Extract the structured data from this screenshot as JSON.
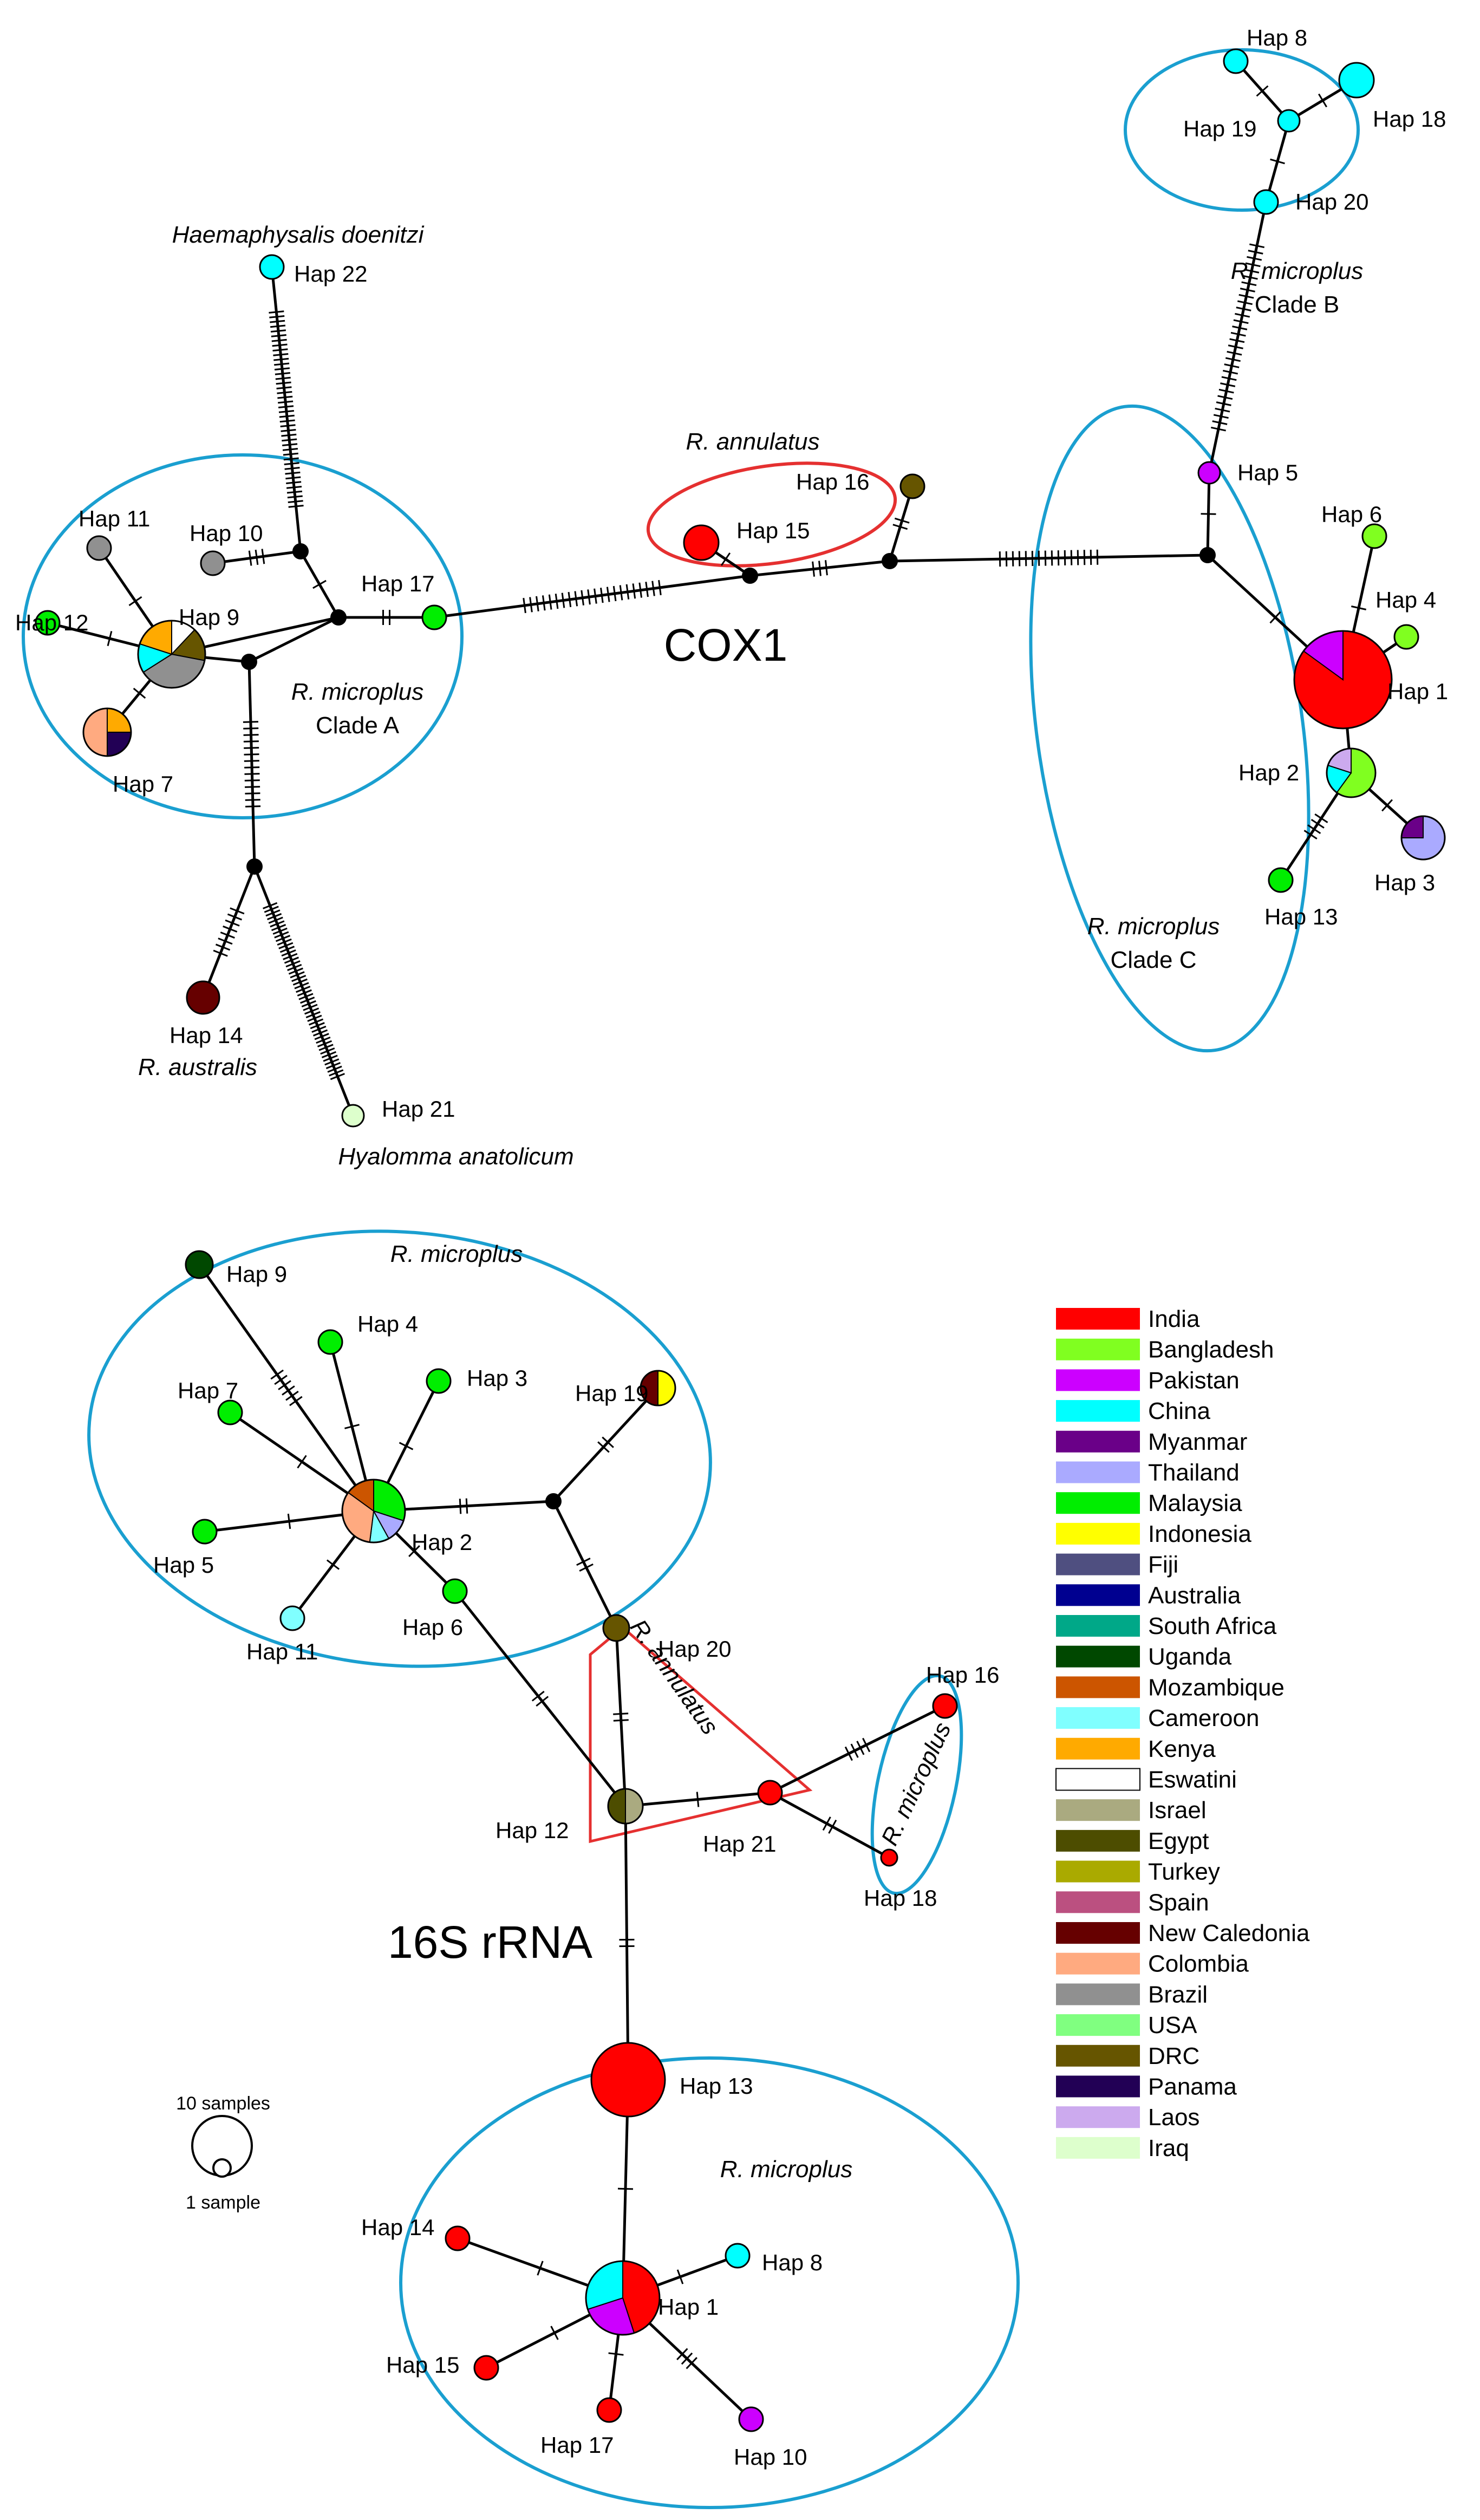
{
  "cox1": {
    "title": "COX1",
    "groups": [
      {
        "id": "clade_b",
        "label": "R. microplus",
        "sub": "Clade B"
      },
      {
        "id": "clade_c",
        "label": "R. microplus",
        "sub": "Clade C"
      },
      {
        "id": "clade_a",
        "label": "R. microplus",
        "sub": "Clade A"
      },
      {
        "id": "annulatus",
        "label": "R. annulatus",
        "sub": ""
      },
      {
        "id": "haem",
        "label": "Haemaphysalis doenitzi",
        "sub": ""
      },
      {
        "id": "aus",
        "label": "R. australis",
        "sub": ""
      },
      {
        "id": "hya",
        "label": "Hyalomma anatolicum",
        "sub": ""
      }
    ],
    "haplotypes": [
      {
        "id": "c1",
        "label": "Hap 1",
        "slices": [
          [
            "India",
            0.85
          ],
          [
            "Pakistan",
            0.15
          ]
        ]
      },
      {
        "id": "c2",
        "label": "Hap 2",
        "slices": [
          [
            "Bangladesh",
            0.6
          ],
          [
            "China",
            0.2
          ],
          [
            "Laos",
            0.2
          ]
        ]
      },
      {
        "id": "c3",
        "label": "Hap 3",
        "slices": [
          [
            "Thailand",
            0.75
          ],
          [
            "Myanmar",
            0.25
          ]
        ]
      },
      {
        "id": "c4",
        "label": "Hap 4",
        "slices": [
          [
            "Bangladesh",
            1
          ]
        ]
      },
      {
        "id": "c5",
        "label": "Hap 5",
        "slices": [
          [
            "Pakistan",
            1
          ]
        ]
      },
      {
        "id": "c6",
        "label": "Hap 6",
        "slices": [
          [
            "Bangladesh",
            1
          ]
        ]
      },
      {
        "id": "c7",
        "label": "Hap 7",
        "slices": [
          [
            "Kenya",
            0.25
          ],
          [
            "Panama",
            0.25
          ],
          [
            "Colombia",
            0.5
          ]
        ]
      },
      {
        "id": "c8",
        "label": "Hap 8",
        "slices": [
          [
            "China",
            1
          ]
        ]
      },
      {
        "id": "c9",
        "label": "Hap 9",
        "slices": [
          [
            "Eswatini",
            0.12
          ],
          [
            "DRC",
            0.16
          ],
          [
            "Brazil",
            0.38
          ],
          [
            "China",
            0.14
          ],
          [
            "Kenya",
            0.2
          ]
        ]
      },
      {
        "id": "c10",
        "label": "Hap 10",
        "slices": [
          [
            "Brazil",
            1
          ]
        ]
      },
      {
        "id": "c11",
        "label": "Hap 11",
        "slices": [
          [
            "Brazil",
            1
          ]
        ]
      },
      {
        "id": "c12",
        "label": "Hap 12",
        "slices": [
          [
            "Malaysia",
            1
          ]
        ]
      },
      {
        "id": "c13",
        "label": "Hap 13",
        "slices": [
          [
            "Malaysia",
            1
          ]
        ]
      },
      {
        "id": "c14",
        "label": "Hap 14",
        "slices": [
          [
            "New Caledonia",
            1
          ]
        ]
      },
      {
        "id": "c15",
        "label": "Hap 15",
        "slices": [
          [
            "India",
            1
          ]
        ]
      },
      {
        "id": "c16",
        "label": "Hap 16",
        "slices": [
          [
            "DRC",
            1
          ]
        ]
      },
      {
        "id": "c17",
        "label": "Hap 17",
        "slices": [
          [
            "Malaysia",
            1
          ]
        ]
      },
      {
        "id": "c18",
        "label": "Hap 18",
        "slices": [
          [
            "China",
            1
          ]
        ]
      },
      {
        "id": "c19",
        "label": "Hap 19",
        "slices": [
          [
            "China",
            1
          ]
        ]
      },
      {
        "id": "c20",
        "label": "Hap 20",
        "slices": [
          [
            "China",
            1
          ]
        ]
      },
      {
        "id": "c21",
        "label": "Hap 21",
        "slices": [
          [
            "Iraq",
            1
          ]
        ]
      },
      {
        "id": "c22",
        "label": "Hap 22",
        "slices": [
          [
            "China",
            1
          ]
        ]
      }
    ]
  },
  "s16": {
    "title": "16S rRNA",
    "groups": [
      {
        "id": "micro_top",
        "label": "R. microplus"
      },
      {
        "id": "micro_bottom",
        "label": "R. microplus"
      },
      {
        "id": "micro_right",
        "label": "R. microplus"
      },
      {
        "id": "annul",
        "label": "R. annulatus"
      }
    ],
    "haplotypes": [
      {
        "id": "s1",
        "label": "Hap 1",
        "slices": [
          [
            "India",
            0.45
          ],
          [
            "Pakistan",
            0.25
          ],
          [
            "China",
            0.3
          ]
        ]
      },
      {
        "id": "s2",
        "label": "Hap 2",
        "slices": [
          [
            "Malaysia",
            0.3
          ],
          [
            "Thailand",
            0.12
          ],
          [
            "Cameroon",
            0.1
          ],
          [
            "Colombia",
            0.33
          ],
          [
            "Mozambique",
            0.15
          ]
        ]
      },
      {
        "id": "s3",
        "label": "Hap 3",
        "slices": [
          [
            "Malaysia",
            1
          ]
        ]
      },
      {
        "id": "s4",
        "label": "Hap 4",
        "slices": [
          [
            "Malaysia",
            1
          ]
        ]
      },
      {
        "id": "s5",
        "label": "Hap 5",
        "slices": [
          [
            "Malaysia",
            1
          ]
        ]
      },
      {
        "id": "s6",
        "label": "Hap 6",
        "slices": [
          [
            "Malaysia",
            1
          ]
        ]
      },
      {
        "id": "s7",
        "label": "Hap 7",
        "slices": [
          [
            "Malaysia",
            1
          ]
        ]
      },
      {
        "id": "s8",
        "label": "Hap 8",
        "slices": [
          [
            "China",
            1
          ]
        ]
      },
      {
        "id": "s9",
        "label": "Hap 9",
        "slices": [
          [
            "Uganda",
            1
          ]
        ]
      },
      {
        "id": "s10",
        "label": "Hap 10",
        "slices": [
          [
            "Pakistan",
            1
          ]
        ]
      },
      {
        "id": "s11",
        "label": "Hap 11",
        "slices": [
          [
            "Cameroon",
            1
          ]
        ]
      },
      {
        "id": "s12",
        "label": "Hap 12",
        "slices": [
          [
            "Israel",
            0.5
          ],
          [
            "Egypt",
            0.5
          ]
        ]
      },
      {
        "id": "s13",
        "label": "Hap 13",
        "slices": [
          [
            "India",
            1
          ]
        ]
      },
      {
        "id": "s14",
        "label": "Hap 14",
        "slices": [
          [
            "India",
            1
          ]
        ]
      },
      {
        "id": "s15",
        "label": "Hap 15",
        "slices": [
          [
            "India",
            1
          ]
        ]
      },
      {
        "id": "s16",
        "label": "Hap 16",
        "slices": [
          [
            "India",
            1
          ]
        ]
      },
      {
        "id": "s17",
        "label": "Hap 17",
        "slices": [
          [
            "India",
            1
          ]
        ]
      },
      {
        "id": "s18",
        "label": "Hap 18",
        "slices": [
          [
            "India",
            1
          ]
        ]
      },
      {
        "id": "s19",
        "label": "Hap 19",
        "slices": [
          [
            "Indonesia",
            0.5
          ],
          [
            "New Caledonia",
            0.5
          ]
        ]
      },
      {
        "id": "s20",
        "label": "Hap 20",
        "slices": [
          [
            "DRC",
            1
          ]
        ]
      },
      {
        "id": "s21",
        "label": "Hap 21",
        "slices": [
          [
            "India",
            1
          ]
        ]
      }
    ]
  },
  "size_key": {
    "large": "10 samples",
    "small": "1 sample"
  },
  "legend": [
    {
      "name": "India",
      "color": "#ff0000"
    },
    {
      "name": "Bangladesh",
      "color": "#80ff20"
    },
    {
      "name": "Pakistan",
      "color": "#cc00ff"
    },
    {
      "name": "China",
      "color": "#00ffff"
    },
    {
      "name": "Myanmar",
      "color": "#6a0088"
    },
    {
      "name": "Thailand",
      "color": "#aaaaff"
    },
    {
      "name": "Malaysia",
      "color": "#00ee00"
    },
    {
      "name": "Indonesia",
      "color": "#ffff00"
    },
    {
      "name": "Fiji",
      "color": "#4f4f80"
    },
    {
      "name": "Australia",
      "color": "#000090"
    },
    {
      "name": "South Africa",
      "color": "#00a888"
    },
    {
      "name": "Uganda",
      "color": "#004800"
    },
    {
      "name": "Mozambique",
      "color": "#cc5500"
    },
    {
      "name": "Cameroon",
      "color": "#80ffff"
    },
    {
      "name": "Kenya",
      "color": "#ffaa00"
    },
    {
      "name": "Eswatini",
      "color": "#ffffff"
    },
    {
      "name": "Israel",
      "color": "#aaaa80"
    },
    {
      "name": "Egypt",
      "color": "#4d4d00"
    },
    {
      "name": "Turkey",
      "color": "#aaaa00"
    },
    {
      "name": "Spain",
      "color": "#bb5080"
    },
    {
      "name": "New Caledonia",
      "color": "#660000"
    },
    {
      "name": "Colombia",
      "color": "#ffaa80"
    },
    {
      "name": "Brazil",
      "color": "#909090"
    },
    {
      "name": "USA",
      "color": "#80ff80"
    },
    {
      "name": "DRC",
      "color": "#665500"
    },
    {
      "name": "Panama",
      "color": "#220055"
    },
    {
      "name": "Laos",
      "color": "#ccaaee"
    },
    {
      "name": "Iraq",
      "color": "#ddffcc"
    }
  ]
}
